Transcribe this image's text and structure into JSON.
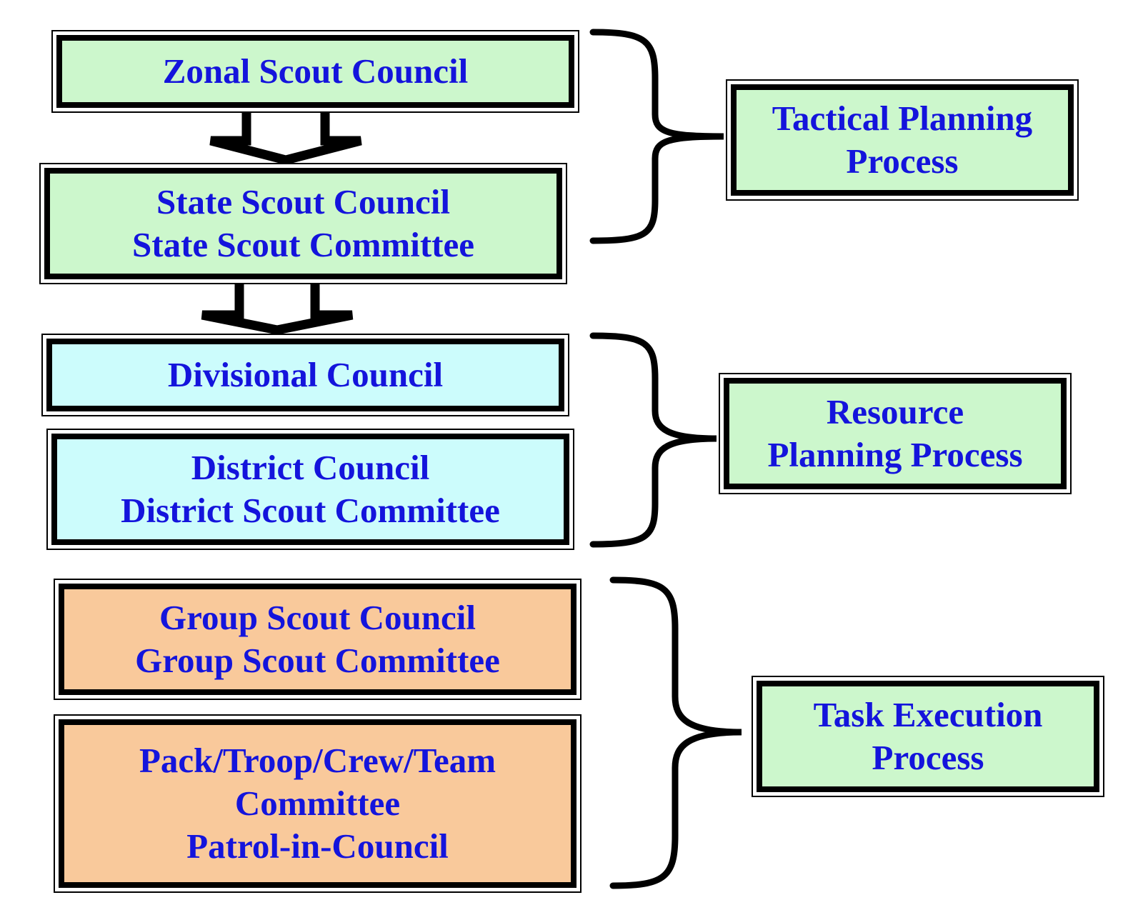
{
  "levels": [
    {
      "lines": [
        "Zonal Scout Council"
      ]
    },
    {
      "lines": [
        "State Scout Council",
        "State Scout Committee"
      ]
    },
    {
      "lines": [
        "Divisional Council"
      ]
    },
    {
      "lines": [
        "District Council",
        "District Scout Committee"
      ]
    },
    {
      "lines": [
        "Group Scout Council",
        "Group Scout Committee"
      ]
    },
    {
      "lines": [
        "Pack/Troop/Crew/Team",
        "Committee",
        "Patrol-in-Council"
      ]
    }
  ],
  "processes": [
    {
      "lines": [
        "Tactical Planning",
        "Process"
      ]
    },
    {
      "lines": [
        "Resource",
        "Planning Process"
      ]
    },
    {
      "lines": [
        "Task Execution",
        "Process"
      ]
    }
  ],
  "colors": {
    "text": "#1414dc",
    "green_fill": "#ccf7cc",
    "cyan_fill": "#ccfcfc",
    "orange_fill": "#f9c99b",
    "border": "#000000"
  }
}
